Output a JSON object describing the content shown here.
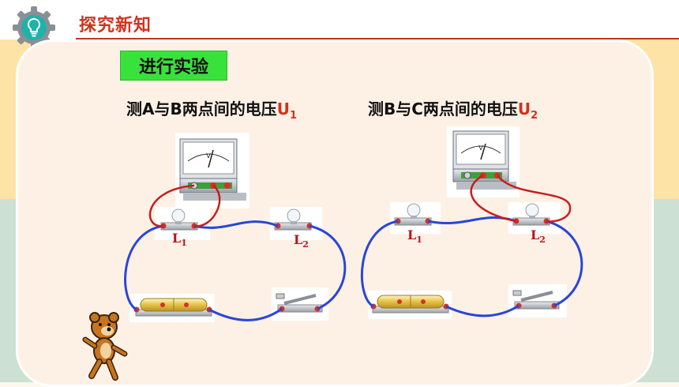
{
  "header": {
    "title": "探究新知",
    "icon": "lightbulb-gear-icon"
  },
  "section_tag": "进行实验",
  "left": {
    "caption_text": "测A与B两点间的电压",
    "caption_var": "U",
    "caption_sub": "1"
  },
  "right": {
    "caption_text": "测B与C两点间的电压",
    "caption_var": "U",
    "caption_sub": "2"
  },
  "lamps": {
    "left_l1": {
      "letter": "L",
      "sub": "1"
    },
    "left_l2": {
      "letter": "L",
      "sub": "2"
    },
    "right_l1": {
      "letter": "L",
      "sub": "1"
    },
    "right_l2": {
      "letter": "L",
      "sub": "2"
    }
  },
  "meter": {
    "unit": "V"
  },
  "colors": {
    "accent": "#d2321e",
    "tag_green": "#39e23a",
    "wire_blue": "#2a46d8",
    "wire_red": "#c81e1e"
  }
}
